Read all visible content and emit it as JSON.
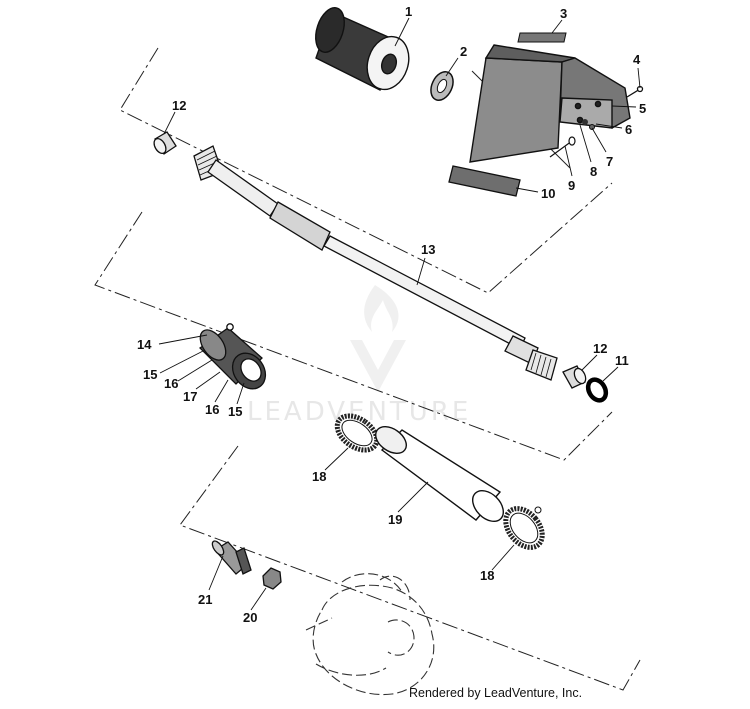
{
  "watermark": {
    "text": "LEADVENTURE"
  },
  "credit": {
    "text": "Rendered by LeadVenture, Inc."
  },
  "callouts": [
    {
      "label": "1"
    },
    {
      "label": "2"
    },
    {
      "label": "3"
    },
    {
      "label": "4"
    },
    {
      "label": "5"
    },
    {
      "label": "6"
    },
    {
      "label": "7"
    },
    {
      "label": "8"
    },
    {
      "label": "9"
    },
    {
      "label": "10"
    },
    {
      "label": "12"
    },
    {
      "label": "13"
    },
    {
      "label": "12"
    },
    {
      "label": "11"
    },
    {
      "label": "14"
    },
    {
      "label": "15"
    },
    {
      "label": "16"
    },
    {
      "label": "17"
    },
    {
      "label": "16"
    },
    {
      "label": "15"
    },
    {
      "label": "18"
    },
    {
      "label": "19"
    },
    {
      "label": "18"
    },
    {
      "label": "21"
    },
    {
      "label": "20"
    }
  ]
}
